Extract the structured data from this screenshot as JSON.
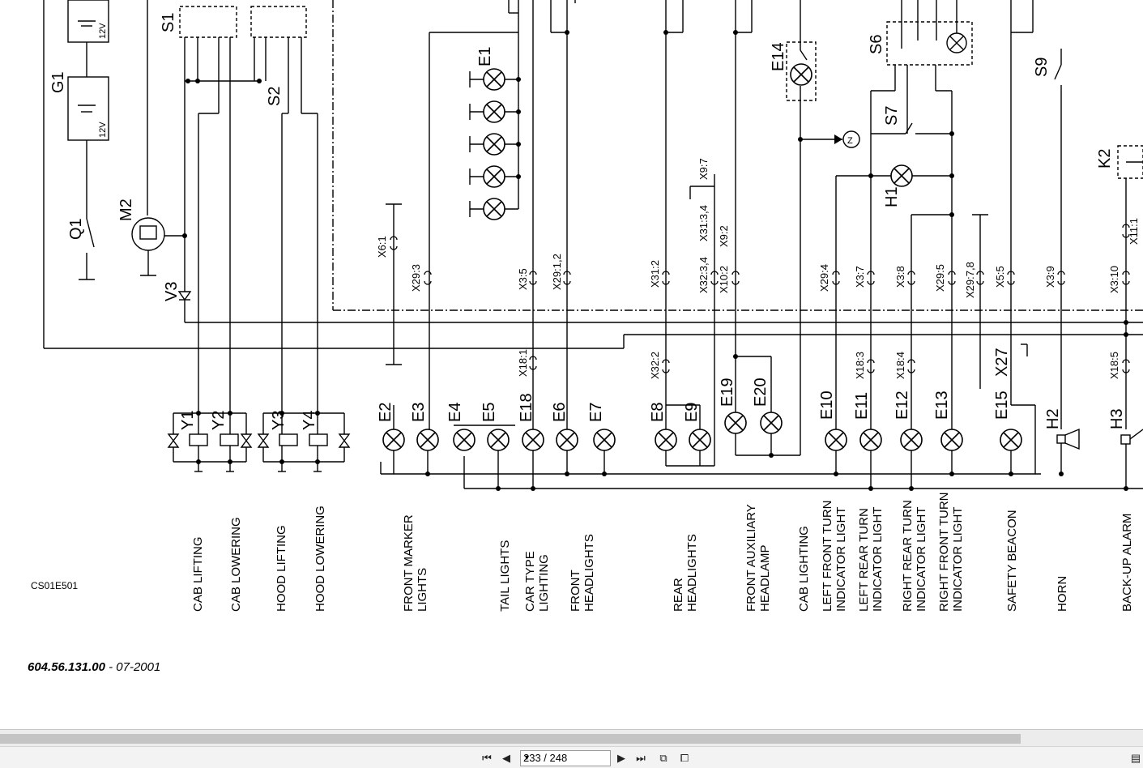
{
  "diagram": {
    "components": {
      "g1": "G1",
      "m2": "M2",
      "q1": "Q1",
      "v3": "V3",
      "s1": "S1",
      "s2": "S2",
      "s6": "S6",
      "s7": "S7",
      "s9": "S9",
      "k2": "K2",
      "y1": "Y1",
      "y2": "Y2",
      "y3": "Y3",
      "y4": "Y4",
      "e1": "E1",
      "e2": "E2",
      "e3": "E3",
      "e4": "E4",
      "e5": "E5",
      "e18": "E18",
      "e6": "E6",
      "e7": "E7",
      "e8": "E8",
      "e9": "E9",
      "e19": "E19",
      "e20": "E20",
      "e14": "E14",
      "e10": "E10",
      "e11": "E11",
      "e12": "E12",
      "e13": "E13",
      "e15": "E15",
      "h1": "H1",
      "h2": "H2",
      "h3": "H3",
      "x27": "X27",
      "z": "Z"
    },
    "battery_voltage": "12V",
    "connectors": {
      "x6_1": "X6:1",
      "x29_3": "X29:3",
      "x3_5": "X3:5",
      "x29_12": "X29:1,2",
      "x18_1": "X18:1",
      "x31_2": "X31:2",
      "x32_2": "X32:2",
      "x9_7": "X9:7",
      "x31_34": "X31:3,4",
      "x9_2": "X9:2",
      "x32_34": "X32:3,4",
      "x10_2": "X10:2",
      "x29_4": "X29:4",
      "x3_7": "X3:7",
      "x18_3": "X18:3",
      "x3_8": "X3:8",
      "x18_4": "X18:4",
      "x29_5": "X29:5",
      "x29_78": "X29:7,8",
      "x5_5": "X5:5",
      "x3_9": "X3:9",
      "x3_10": "X3:10",
      "x18_5": "X18:5",
      "x11_1": "X11:1"
    },
    "captions": {
      "cab_lifting": "CAB LIFTING",
      "cab_lowering": "CAB LOWERING",
      "hood_lifting": "HOOD LIFTING",
      "hood_lowering": "HOOD LOWERING",
      "front_marker_1": "FRONT MARKER",
      "front_marker_2": "LIGHTS",
      "tail_lights": "TAIL LIGHTS",
      "car_type_1": "CAR TYPE",
      "car_type_2": "LIGHTING",
      "front_head_1": "FRONT",
      "front_head_2": "HEADLIGHTS",
      "rear_head_1": "REAR",
      "rear_head_2": "HEADLIGHTS",
      "front_aux_1": "FRONT AUXILIARY",
      "front_aux_2": "HEADLAMP",
      "cab_lighting": "CAB LIGHTING",
      "lf_turn_1": "LEFT FRONT TURN",
      "lf_turn_2": "INDICATOR LIGHT",
      "lr_turn_1": "LEFT REAR TURN",
      "lr_turn_2": "INDICATOR LIGHT",
      "rr_turn_1": "RIGHT REAR TURN",
      "rr_turn_2": "INDICATOR LIGHT",
      "rf_turn_1": "RIGHT FRONT TURN",
      "rf_turn_2": "INDICATOR LIGHT",
      "safety_beacon": "SAFETY BEACON",
      "horn": "HORN",
      "backup_alarm": "BACK-UP ALARM"
    }
  },
  "document": {
    "figure_code": "CS01E501",
    "part_number": "604.56.131.00",
    "date_suffix": " - 07-2001"
  },
  "viewer": {
    "page_indicator": "233 / 248",
    "icons": [
      "first-page-icon",
      "prev-page-icon",
      "next-page-icon",
      "last-page-icon",
      "fit-page-icon",
      "fit-width-icon",
      "sidebar-toggle-icon"
    ]
  }
}
